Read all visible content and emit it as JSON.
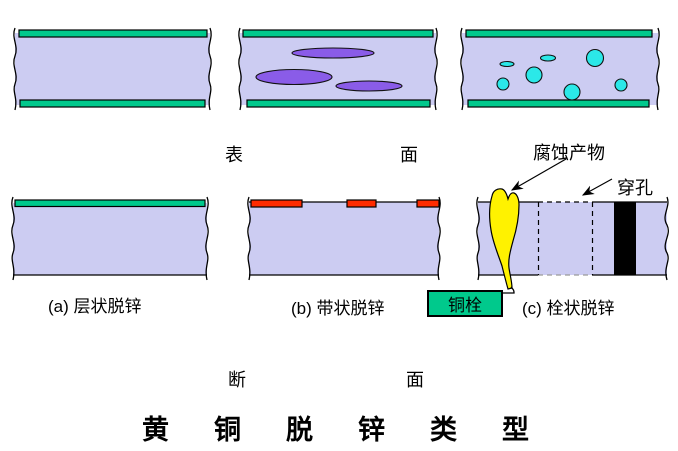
{
  "title": "黄铜脱锌类型",
  "row_labels": {
    "surface_left": "表",
    "surface_right": "面",
    "section_left": "断",
    "section_right": "面"
  },
  "captions": {
    "layer": "(a) 层状脱锌",
    "band": "(b) 带状脱锌",
    "plug": "(c) 栓状脱锌"
  },
  "annotations": {
    "corrosion_product": "腐蚀产物",
    "perforation": "穿孔",
    "copper_plug": "铜栓"
  },
  "colors": {
    "brass_matrix": "#CCCCF2",
    "dezinc_green": "#00C98C",
    "band_red": "#FF2B00",
    "band_purple": "#8A5CE8",
    "plug_cyan": "#2BE8E8",
    "corrosion_yellow": "#FFF200",
    "perforation_black": "#000000"
  }
}
